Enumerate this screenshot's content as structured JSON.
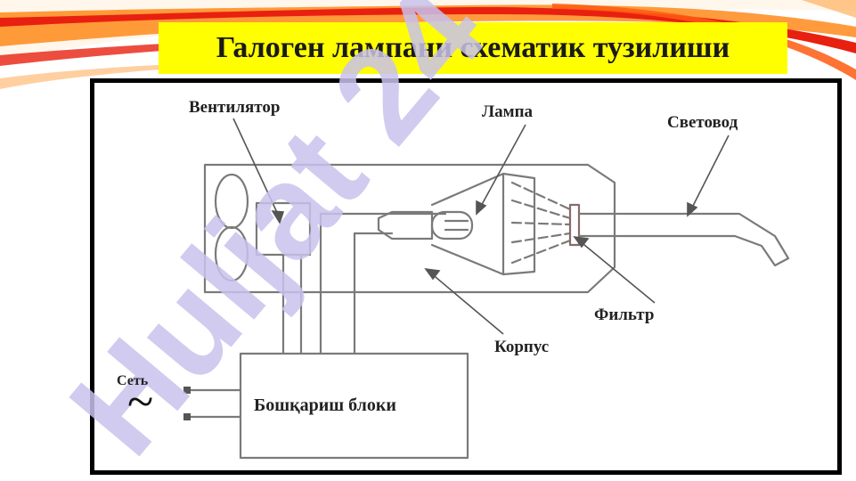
{
  "title": "Галоген лампани схематик тузилиши",
  "labels": {
    "fan": "Вентилятор",
    "lamp": "Лампа",
    "light_guide": "Световод",
    "filter": "Фильтр",
    "housing": "Корпус",
    "network": "Сеть",
    "tilde": "~",
    "control_unit": "Бошқариш блоки"
  },
  "watermark": {
    "text": "Huljat 24",
    "color": "#c8c2ec"
  },
  "colors": {
    "title_bg": "#ffff00",
    "swoosh_red": "#e8200f",
    "swoosh_orange": "#ff8a1a",
    "frame": "#000000",
    "diagram_line": "#7a7a7a"
  }
}
